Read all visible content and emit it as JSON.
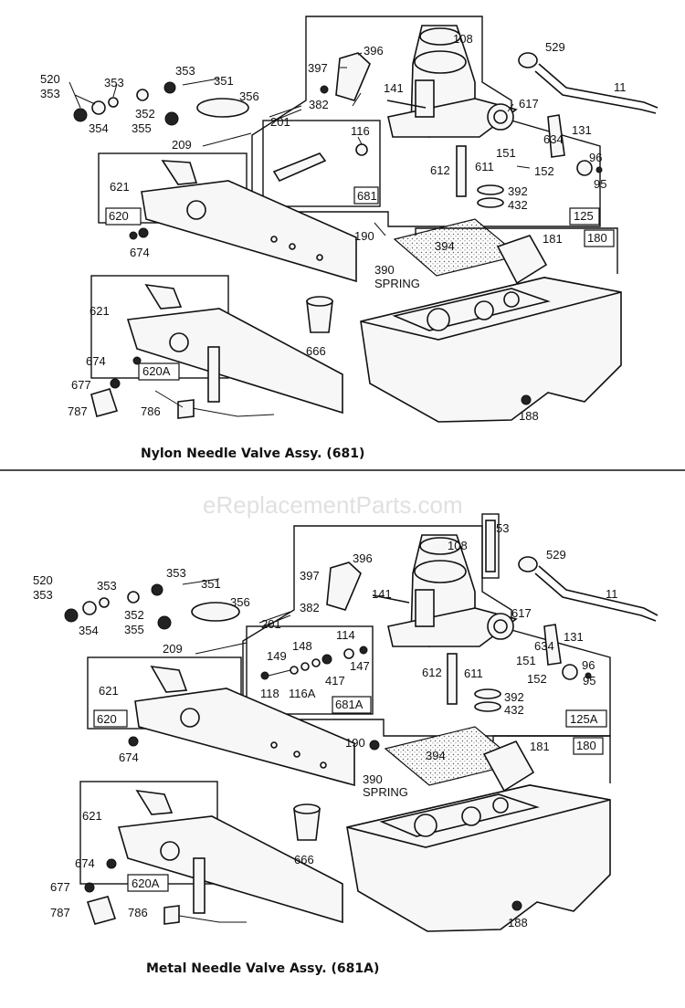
{
  "watermark": "eReplacementParts.com",
  "top": {
    "caption": "Nylon Needle Valve Assy. (681)",
    "labels": [
      "520",
      "353",
      "354",
      "353",
      "352",
      "355",
      "353",
      "351",
      "356",
      "397",
      "396",
      "108",
      "529",
      "11",
      "141",
      "382",
      "201",
      "116",
      "681",
      "617",
      "131",
      "634",
      "151",
      "152",
      "96",
      "95",
      "612",
      "611",
      "392",
      "432",
      "125",
      "190",
      "394",
      "181",
      "180",
      "209",
      "621",
      "620",
      "674",
      "390",
      "SPRING",
      "621",
      "666",
      "674",
      "677",
      "620A",
      "787",
      "786",
      "188"
    ]
  },
  "bottom": {
    "caption": "Metal Needle Valve Assy. (681A)",
    "labels": [
      "520",
      "353",
      "354",
      "353",
      "352",
      "355",
      "353",
      "351",
      "356",
      "397",
      "396",
      "108",
      "53",
      "529",
      "11",
      "141",
      "382",
      "201",
      "114",
      "148",
      "149",
      "147",
      "118",
      "116A",
      "417",
      "681A",
      "617",
      "634",
      "131",
      "151",
      "152",
      "96",
      "95",
      "612",
      "611",
      "392",
      "432",
      "125A",
      "209",
      "621",
      "620",
      "674",
      "190",
      "394",
      "181",
      "180",
      "390",
      "SPRING",
      "621",
      "666",
      "674",
      "677",
      "620A",
      "787",
      "786",
      "188"
    ]
  }
}
